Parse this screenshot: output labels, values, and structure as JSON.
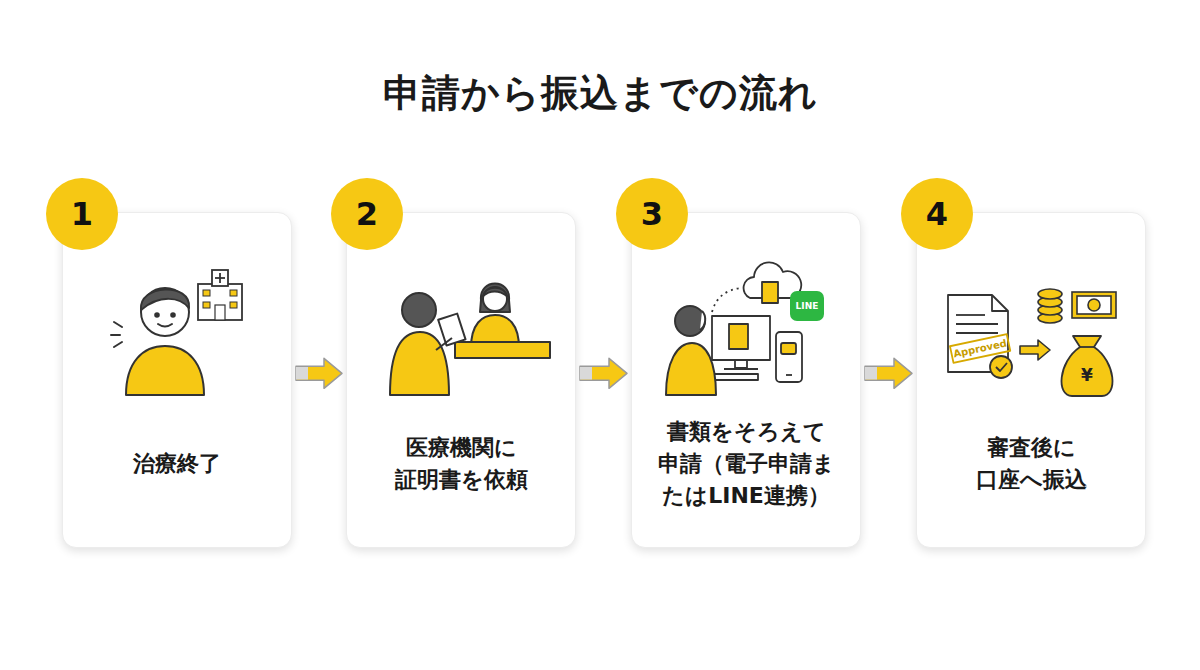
{
  "diagram": {
    "title": "申請から振込までの流れ",
    "nodes": [
      {
        "text": [
          "1"
        ]
      },
      {
        "text": [
          "治療終了"
        ]
      },
      {
        "text": [
          "2"
        ]
      },
      {
        "text": [
          "医療機関に 証明書を依頼"
        ]
      },
      {
        "text": [
          "3"
        ]
      },
      {
        "text": [
          "書類をそろえて 申請（電子申請ま たはLINE連携）"
        ]
      },
      {
        "text": [
          "4"
        ]
      },
      {
        "text": [
          "審査後に 口座へ振込"
        ]
      }
    ],
    "edges": [
      {
        "from": 1,
        "to": 3,
        "arrow": "to"
      },
      {
        "from": 3,
        "to": 5,
        "arrow": "to"
      },
      {
        "from": 5,
        "to": 7,
        "arrow": "to"
      }
    ],
    "labels": [
      "LINE",
      "Approved",
      "¥"
    ]
  }
}
